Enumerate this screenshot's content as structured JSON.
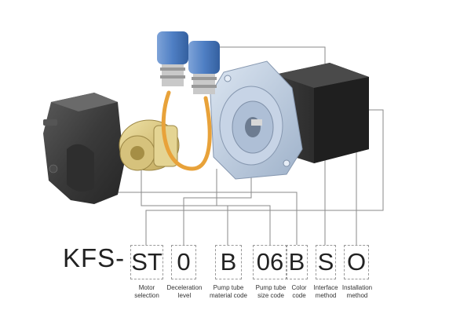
{
  "diagram": {
    "prefix": "KFS-",
    "fields": [
      {
        "code": "ST",
        "label_line1": "Motor",
        "label_line2": "selection"
      },
      {
        "code": "0",
        "label_line1": "Deceleration",
        "label_line2": "level"
      },
      {
        "code": "B",
        "label_line1": "Pump tube",
        "label_line2": "material code"
      },
      {
        "code": "06",
        "label_line1": "Pump tube",
        "label_line2": "size code"
      },
      {
        "code": "B",
        "label_line1": "Color",
        "label_line2": "code"
      },
      {
        "code": "S",
        "label_line1": "Interface",
        "label_line2": "method"
      },
      {
        "code": "O",
        "label_line1": "Installation",
        "label_line2": "method"
      }
    ]
  },
  "colors": {
    "connector": "#8a8a8a",
    "knob_blue": "#4f7fc4",
    "pump_housing": "#3a3a3a",
    "mount_plate": "#b9c9dd",
    "motor_body": "#2a2a2a",
    "tube_orange": "#e8a23a",
    "roller_gold": "#d8c57a"
  }
}
